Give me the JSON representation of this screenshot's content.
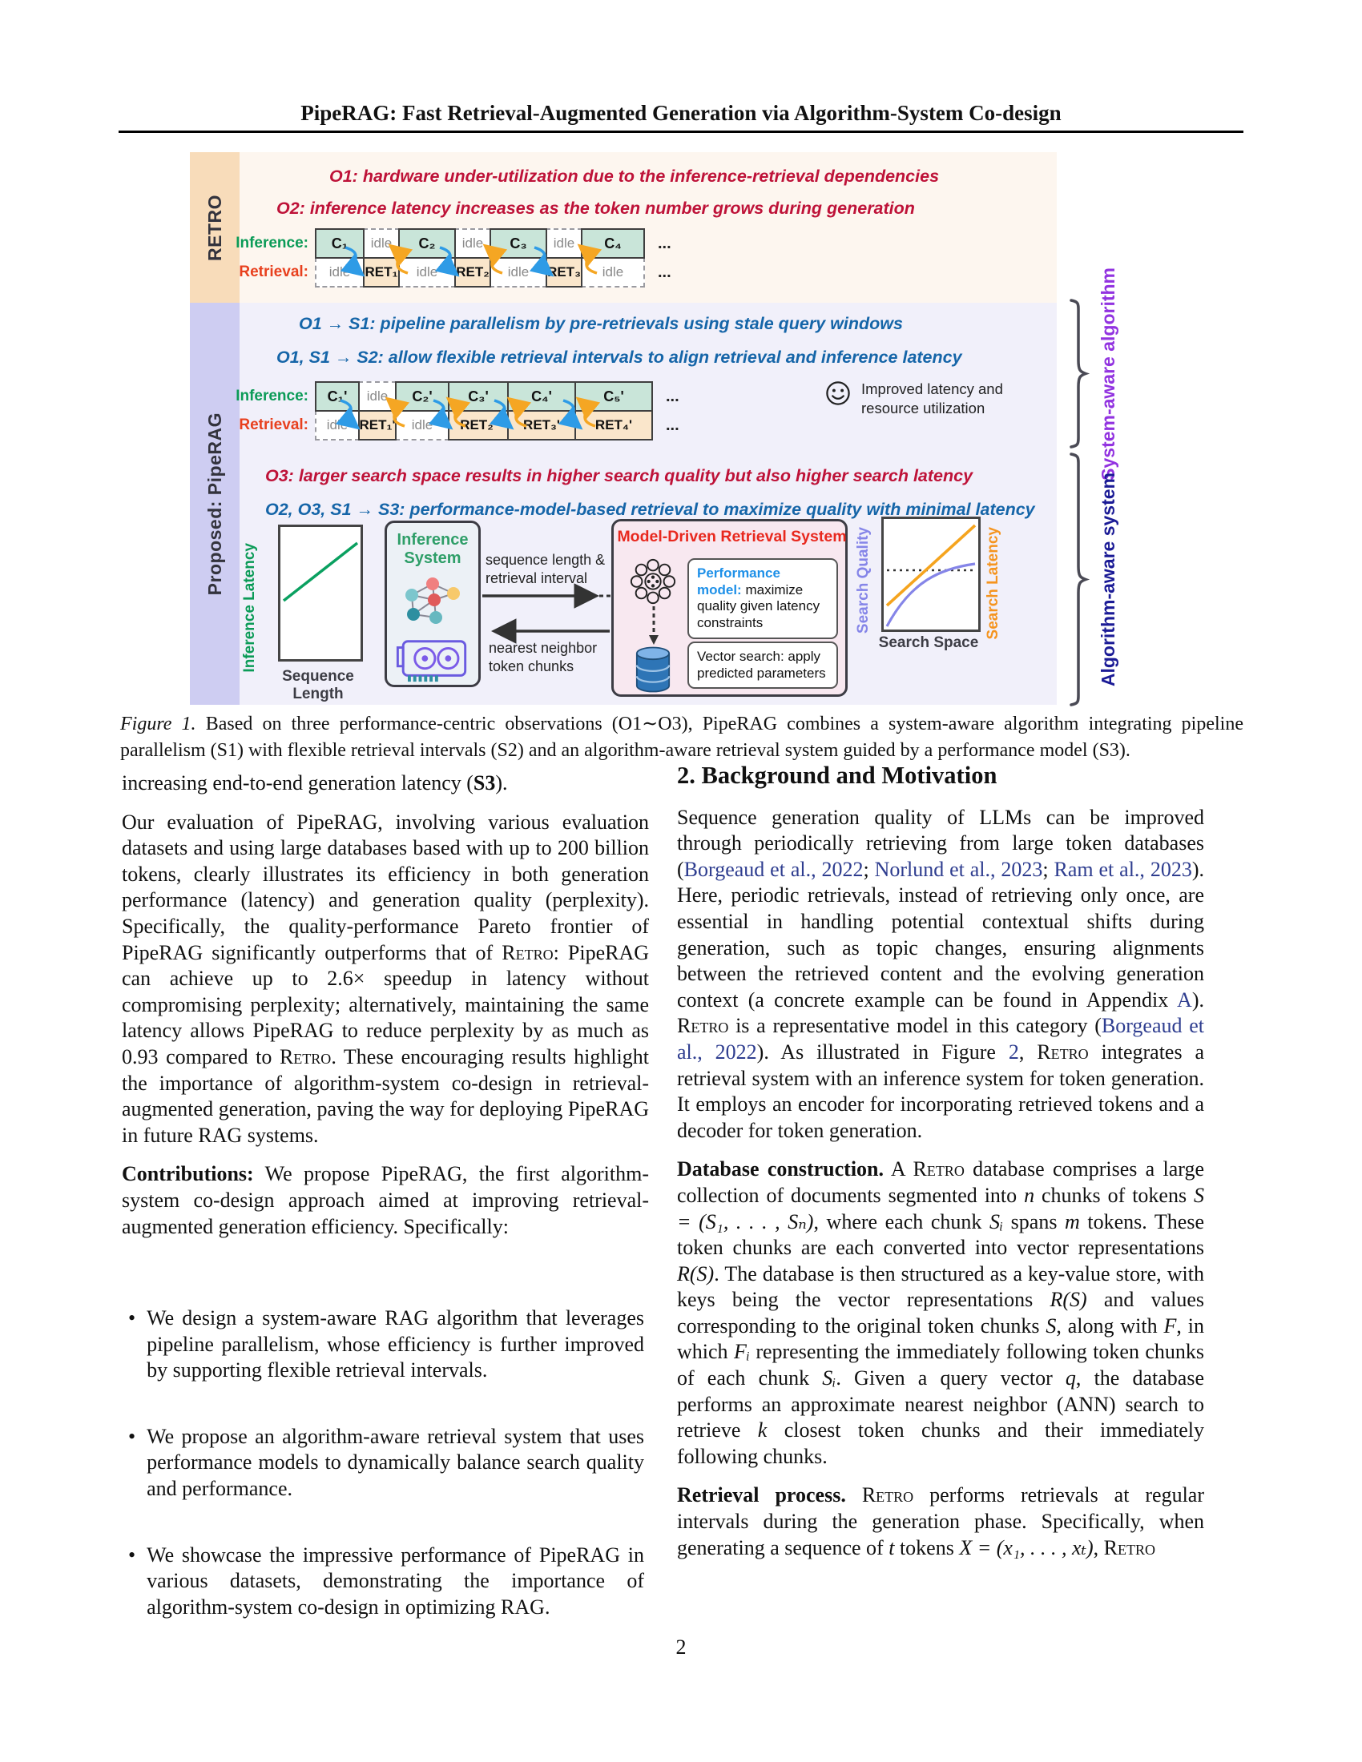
{
  "header": {
    "title": "PipeRAG: Fast Retrieval-Augmented Generation via Algorithm-System Co-design"
  },
  "figure": {
    "sidebar": {
      "retro": "RETRO",
      "piperag": "Proposed: PipeRAG"
    },
    "retro": {
      "o1": "O1: hardware under-utilization due to the inference-retrieval dependencies",
      "o2": "O2: inference latency increases as the token number grows during generation",
      "inference_label": "Inference:",
      "retrieval_label": "Retrieval:",
      "inference_cells": [
        "C₁",
        "idle",
        "C₂",
        "idle",
        "C₃",
        "idle",
        "C₄"
      ],
      "retrieval_cells": [
        "idle",
        "RET₁",
        "idle",
        "RET₂",
        "idle",
        "RET₃",
        "idle"
      ],
      "ellipsis": "..."
    },
    "piperag": {
      "s1": "O1 → S1: pipeline parallelism by pre-retrievals using stale query windows",
      "s2": "O1, S1 → S2: allow flexible retrieval intervals to align retrieval and inference latency",
      "inference_label": "Inference:",
      "retrieval_label": "Retrieval:",
      "inference_cells": [
        "C₁'",
        "idle",
        "C₂'",
        "C₃'",
        "C₄'",
        "C₅'"
      ],
      "retrieval_cells": [
        "idle",
        "RET₁'",
        "idle",
        "RET₂'",
        "RET₃'",
        "RET₄'"
      ],
      "ellipsis": "...",
      "note": "Improved latency and resource utilization",
      "o3": "O3: larger search space results in higher search quality but also higher search latency",
      "s3": "O2, O3, S1 → S3: performance-model-based retrieval to maximize quality with minimal latency",
      "left_chart": {
        "ylabel": "Inference Latency",
        "xlabel": "Sequence Length"
      },
      "inference_system_title": "Inference System",
      "arrow_to_retrieval": "sequence length & retrieval interval",
      "arrow_to_inference": "nearest neighbor token chunks",
      "retrieval_system": {
        "title": "Model-Driven Retrieval System",
        "performance_model_lead": "Performance model:",
        "performance_model_body": "maximize quality given latency constraints",
        "vector_search": "Vector search: apply predicted parameters"
      },
      "right_chart": {
        "ylabel_left": "Search Quality",
        "ylabel_right": "Search Latency",
        "xlabel": "Search Space"
      }
    },
    "braces": {
      "top": "System-aware algorithm",
      "bottom": "Algorithm-aware system"
    },
    "caption_lead": "Figure 1.",
    "caption_body": " Based on three performance-centric observations (O1∼O3), PipeRAG combines a system-aware algorithm integrating pipeline parallelism (S1) with flexible retrieval intervals (S2) and an algorithm-aware retrieval system guided by a performance model (S3)."
  },
  "article": {
    "left": [
      {
        "type": "p",
        "segs": [
          {
            "t": "increasing end-to-end generation latency ("
          },
          {
            "t": "S3",
            "s": "b"
          },
          {
            "t": ")."
          }
        ]
      },
      {
        "type": "p",
        "segs": [
          {
            "t": "Our evaluation of PipeRAG, involving various evaluation datasets and using large databases based with up to 200 billion tokens, clearly illustrates its efficiency in both generation performance (latency) and generation quality (perplexity). Specifically, the quality-performance Pareto frontier of PipeRAG significantly outperforms that of "
          },
          {
            "t": "Retro",
            "s": "sc"
          },
          {
            "t": ": PipeRAG can achieve up to 2.6× speedup in latency without compromising perplexity; alternatively, maintaining the same latency allows PipeRAG to reduce perplexity by as much as 0.93 compared to "
          },
          {
            "t": "Retro",
            "s": "sc"
          },
          {
            "t": ".  These encouraging results highlight the importance of algorithm-system co-design in retrieval-augmented generation, paving the way for deploying PipeRAG in future RAG systems."
          }
        ]
      },
      {
        "type": "p",
        "segs": [
          {
            "t": "Contributions:",
            "s": "b"
          },
          {
            "t": " We propose PipeRAG, the first algorithm-system co-design approach aimed at improving retrieval-augmented generation efficiency. Specifically:"
          }
        ]
      },
      {
        "type": "li",
        "segs": [
          {
            "t": "We design a system-aware RAG algorithm that leverages pipeline parallelism, whose efficiency is further improved by supporting flexible retrieval intervals."
          }
        ]
      },
      {
        "type": "li",
        "segs": [
          {
            "t": "We propose an algorithm-aware retrieval system that uses performance models to dynamically balance search quality and performance."
          }
        ]
      },
      {
        "type": "li",
        "segs": [
          {
            "t": "We showcase the impressive performance of PipeRAG in various datasets, demonstrating the importance of algorithm-system co-design in optimizing RAG."
          }
        ]
      }
    ],
    "right": [
      {
        "type": "h2",
        "segs": [
          {
            "t": "2. Background and Motivation"
          }
        ]
      },
      {
        "type": "p",
        "segs": [
          {
            "t": "Sequence generation quality of LLMs can be improved through periodically retrieving from large token databases ("
          },
          {
            "t": "Borgeaud et al., 2022",
            "s": "link"
          },
          {
            "t": "; "
          },
          {
            "t": "Norlund et al., 2023",
            "s": "link"
          },
          {
            "t": "; "
          },
          {
            "t": "Ram et al., 2023",
            "s": "link"
          },
          {
            "t": "). Here, periodic retrievals, instead of retrieving only once, are essential in handling potential contextual shifts during generation, such as topic changes, ensuring alignments between the retrieved content and the evolving generation context (a concrete example can be found in Appendix "
          },
          {
            "t": "A",
            "s": "link"
          },
          {
            "t": "). "
          },
          {
            "t": "Retro",
            "s": "sc"
          },
          {
            "t": " is a representative model in this category ("
          },
          {
            "t": "Borgeaud et al., 2022",
            "s": "link"
          },
          {
            "t": ").  As illustrated in Figure "
          },
          {
            "t": "2",
            "s": "link"
          },
          {
            "t": ", "
          },
          {
            "t": "Retro",
            "s": "sc"
          },
          {
            "t": " integrates a retrieval system with an inference system for token generation. It employs an encoder for incorporating retrieved tokens and a decoder for token generation."
          }
        ]
      },
      {
        "type": "p",
        "segs": [
          {
            "t": "Database construction.",
            "s": "b"
          },
          {
            "t": " A "
          },
          {
            "t": "Retro",
            "s": "sc"
          },
          {
            "t": " database comprises a large collection of documents segmented into "
          },
          {
            "t": "n",
            "s": "i"
          },
          {
            "t": " chunks of tokens "
          },
          {
            "t": "S = (S₁, . . . , Sₙ)",
            "s": "i"
          },
          {
            "t": ", where each chunk "
          },
          {
            "t": "Sᵢ",
            "s": "i"
          },
          {
            "t": " spans "
          },
          {
            "t": "m",
            "s": "i"
          },
          {
            "t": " tokens. These token chunks are each converted into vector representations "
          },
          {
            "t": "R(S)",
            "s": "i"
          },
          {
            "t": ". The database is then structured as a key-value store, with keys being the vector representations "
          },
          {
            "t": "R(S)",
            "s": "i"
          },
          {
            "t": " and values corresponding to the original token chunks "
          },
          {
            "t": "S",
            "s": "i"
          },
          {
            "t": ", along with "
          },
          {
            "t": "F",
            "s": "i"
          },
          {
            "t": ", in which "
          },
          {
            "t": "Fᵢ",
            "s": "i"
          },
          {
            "t": " representing the immediately following token chunks of each chunk "
          },
          {
            "t": "Sᵢ",
            "s": "i"
          },
          {
            "t": ". Given a query vector "
          },
          {
            "t": "q",
            "s": "i"
          },
          {
            "t": ", the database performs an approximate nearest neighbor (ANN) search to retrieve "
          },
          {
            "t": "k",
            "s": "i"
          },
          {
            "t": " closest token chunks and their immediately following chunks."
          }
        ]
      },
      {
        "type": "p",
        "segs": [
          {
            "t": "Retrieval process.",
            "s": "b"
          },
          {
            "t": " "
          },
          {
            "t": "Retro",
            "s": "sc"
          },
          {
            "t": " performs retrievals at regular intervals during the generation phase. Specifically, when generating a sequence of "
          },
          {
            "t": "t",
            "s": "i"
          },
          {
            "t": " tokens "
          },
          {
            "t": "X = (x₁, . . . , xₜ)",
            "s": "i"
          },
          {
            "t": ", "
          },
          {
            "t": "Retro",
            "s": "sc"
          }
        ]
      }
    ]
  },
  "footer": {
    "page_number": "2"
  },
  "colors": {
    "crimson": "#BE1238",
    "steel_blue": "#1565A8",
    "inference_green": "#0B9B57",
    "retrieval_red": "#E8401E",
    "system_aware_purple": "#9233E0",
    "algorithm_aware_navy": "#1B1B96",
    "citation_blue": "#2E3D8F",
    "arrow_blue": "#2E9BE6",
    "arrow_orange": "#F5A623",
    "teal_cell": "#C9E5D9",
    "ret_cell": "#FAE6CB",
    "retro_band": "#F8DCBA",
    "piperag_band": "#CECDF2"
  }
}
